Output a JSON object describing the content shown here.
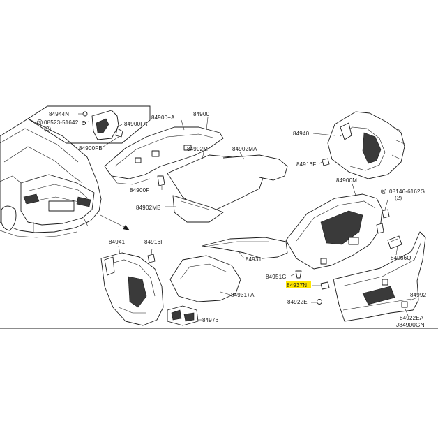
{
  "labels": {
    "p84944N": "84944N",
    "p08523": "08523-51642",
    "p08523qty": "(2)",
    "p84900A": "84900+A",
    "p84900": "84900",
    "p84900FA": "84900FA",
    "p84900FB": "84900FB",
    "p84902M": "84902M",
    "p84902MA": "84902MA",
    "p84900F": "84900F",
    "p84902MB": "84902MB",
    "p84940": "84940",
    "p84916F_a": "84916F",
    "p84900M": "84900M",
    "p08146": "08146-6162G",
    "p08146qty": "(2)",
    "p84941": "84941",
    "p84916F_b": "84916F",
    "p84931": "84931",
    "p84931A": "84931+A",
    "p84976": "84976",
    "p84951G": "84951G",
    "p84937N": "84937N",
    "p84986Q": "84986Q",
    "p84922E": "84922E",
    "p84992": "84992",
    "p84922EA": "84922EA"
  },
  "diagram_code": "J84900GN",
  "highlight_color": "#ffe600"
}
